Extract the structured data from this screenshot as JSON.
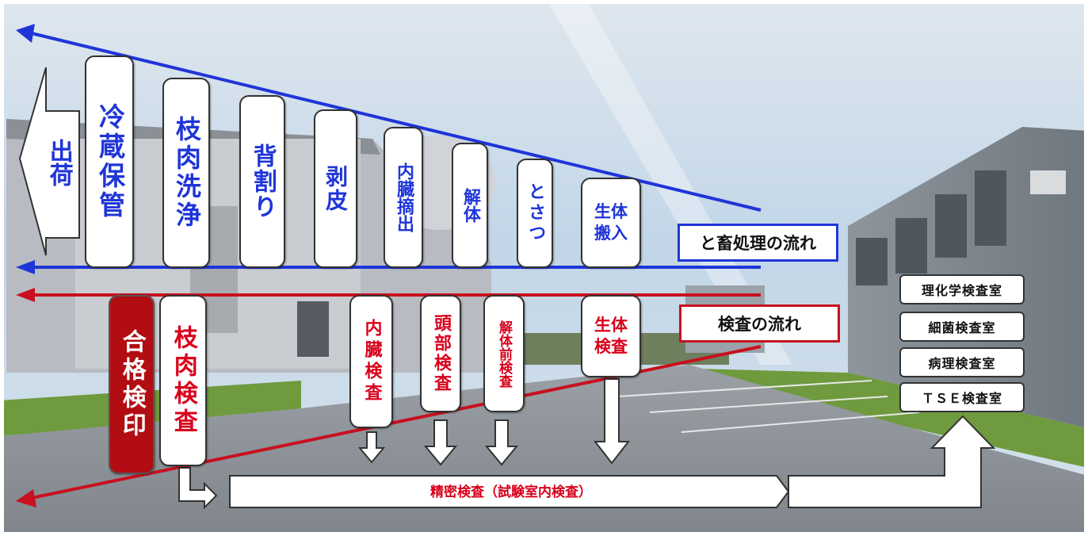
{
  "processing": {
    "title": "と畜処理の流れ",
    "steps": [
      {
        "text": "出荷"
      },
      {
        "text": "冷蔵保管"
      },
      {
        "text": "枝肉洗浄"
      },
      {
        "text": "背割り"
      },
      {
        "text": "剥皮"
      },
      {
        "text": "内臓摘出"
      },
      {
        "text": "解体"
      },
      {
        "text": "とさつ"
      },
      {
        "text": "生体搬入"
      }
    ]
  },
  "inspection": {
    "title": "検査の流れ",
    "steps": [
      {
        "text": "合格検印"
      },
      {
        "text": "枝肉検査"
      },
      {
        "text": "内臓検査"
      },
      {
        "text": "頭部検査"
      },
      {
        "text": "解体前検査"
      },
      {
        "text": "生体検査"
      }
    ],
    "lab_test_label": "精密検査（試験室内検査）",
    "labs": [
      "理化学検査室",
      "細菌検査室",
      "病理検査室",
      "ＴＳＥ検査室"
    ]
  },
  "colors": {
    "processing_line": "#1f35d8",
    "inspection_line": "#c8101e",
    "pass_stamp_bg": "#b10d12"
  }
}
